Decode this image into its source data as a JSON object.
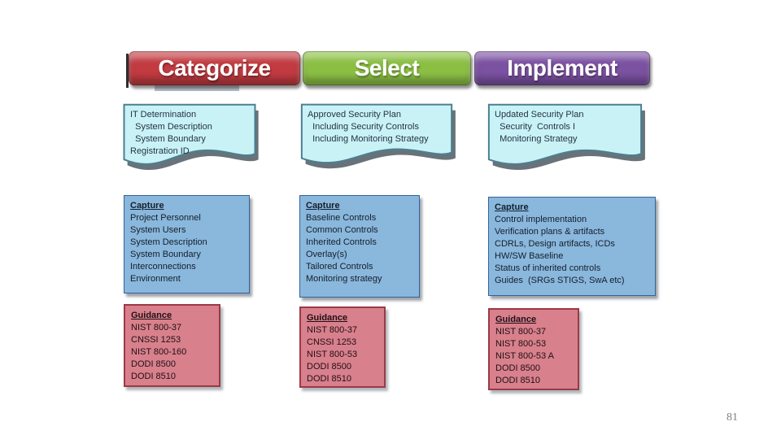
{
  "slide": {
    "page_number": "81"
  },
  "colors": {
    "categorize_banner": "#c13b41",
    "select_banner": "#8bbf44",
    "implement_banner": "#7b51a1",
    "document_fill": "#c9f2f7",
    "capture_fill": "#8ab7dc",
    "guidance_fill": "#d8808c"
  },
  "columns": [
    {
      "id": "categorize",
      "header": "Categorize",
      "document": {
        "lines": [
          "IT Determination",
          "  System Description",
          "  System Boundary",
          "Registration ID"
        ]
      },
      "capture": {
        "title": "Capture",
        "lines": [
          "Project Personnel",
          "System Users",
          "System Description",
          "System Boundary",
          "Interconnections",
          "Environment"
        ]
      },
      "guidance": {
        "title": "Guidance",
        "lines": [
          "NIST 800-37",
          "CNSSI 1253",
          "NIST 800-160",
          "DODI 8500",
          "DODI 8510"
        ]
      }
    },
    {
      "id": "select",
      "header": "Select",
      "document": {
        "lines": [
          "Approved Security Plan",
          "  Including Security Controls",
          "  Including Monitoring Strategy"
        ]
      },
      "capture": {
        "title": "Capture",
        "lines": [
          "Baseline Controls",
          "Common Controls",
          "Inherited Controls",
          "Overlay(s)",
          "Tailored Controls",
          "Monitoring strategy"
        ]
      },
      "guidance": {
        "title": "Guidance",
        "lines": [
          "NIST 800-37",
          "CNSSI 1253",
          "NIST 800-53",
          "DODI 8500",
          "DODI 8510"
        ]
      }
    },
    {
      "id": "implement",
      "header": "Implement",
      "document": {
        "lines": [
          "Updated Security Plan",
          "  Security  Controls I",
          "  Monitoring Strategy"
        ]
      },
      "capture": {
        "title": "Capture",
        "lines": [
          "Control implementation",
          "Verification plans & artifacts",
          "CDRLs, Design artifacts, ICDs",
          "HW/SW Baseline",
          "Status of inherited controls",
          "Guides  (SRGs STIGS, SwA etc)"
        ]
      },
      "guidance": {
        "title": "Guidance",
        "lines": [
          "NIST 800-37",
          "NIST 800-53",
          "NIST 800-53 A",
          "DODI 8500",
          "DODI 8510"
        ]
      }
    }
  ]
}
